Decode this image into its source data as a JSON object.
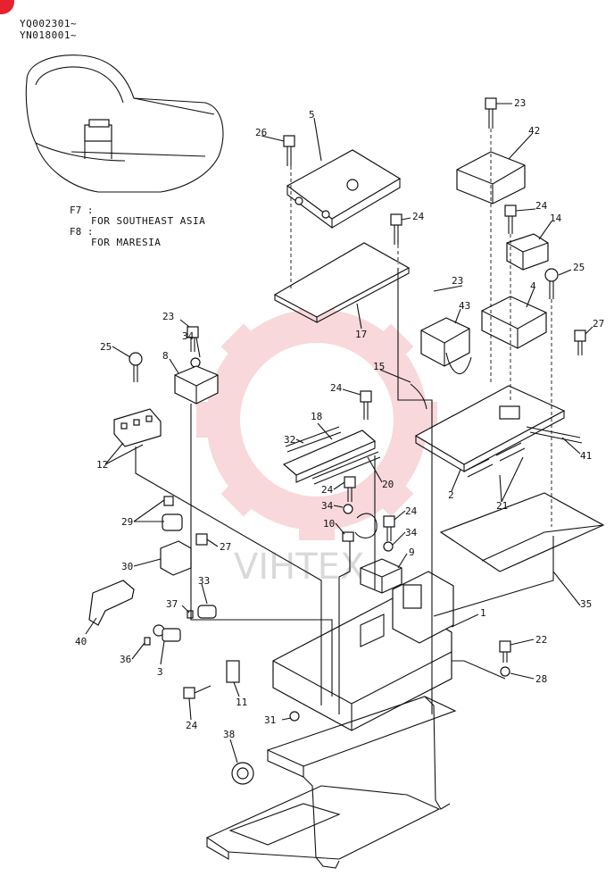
{
  "header": {
    "serial_1": "YQ002301~",
    "serial_2": "YN018001~"
  },
  "notes": [
    {
      "code": "F7 :",
      "text": "FOR SOUTHEAST ASIA"
    },
    {
      "code": "F8 :",
      "text": "FOR MARESIA"
    }
  ],
  "watermark": {
    "text": "VIHTEX",
    "color": "#f3b9bd"
  },
  "colors": {
    "line": "#111111",
    "badge": "#e8212e"
  },
  "callouts": [
    {
      "id": "c26",
      "label": "26"
    },
    {
      "id": "c5",
      "label": "5"
    },
    {
      "id": "c24a",
      "label": "24"
    },
    {
      "id": "c17",
      "label": "17"
    },
    {
      "id": "c23a",
      "label": "23"
    },
    {
      "id": "c42",
      "label": "42"
    },
    {
      "id": "c24b",
      "label": "24"
    },
    {
      "id": "c14",
      "label": "14"
    },
    {
      "id": "c25a",
      "label": "25"
    },
    {
      "id": "c4",
      "label": "4"
    },
    {
      "id": "c27a",
      "label": "27"
    },
    {
      "id": "c23b",
      "label": "23"
    },
    {
      "id": "c43",
      "label": "43"
    },
    {
      "id": "c15",
      "label": "15"
    },
    {
      "id": "c41",
      "label": "41"
    },
    {
      "id": "c2",
      "label": "2"
    },
    {
      "id": "c21",
      "label": "21"
    },
    {
      "id": "c35",
      "label": "35"
    },
    {
      "id": "c23c",
      "label": "23"
    },
    {
      "id": "c34a",
      "label": "34"
    },
    {
      "id": "c8",
      "label": "8"
    },
    {
      "id": "c25b",
      "label": "25"
    },
    {
      "id": "c12",
      "label": "12"
    },
    {
      "id": "c24c",
      "label": "24"
    },
    {
      "id": "c18",
      "label": "18"
    },
    {
      "id": "c32",
      "label": "32"
    },
    {
      "id": "c20",
      "label": "20"
    },
    {
      "id": "c24d",
      "label": "24"
    },
    {
      "id": "c34b",
      "label": "34"
    },
    {
      "id": "c10",
      "label": "10"
    },
    {
      "id": "c24e",
      "label": "24"
    },
    {
      "id": "c34c",
      "label": "34"
    },
    {
      "id": "c9",
      "label": "9"
    },
    {
      "id": "c29",
      "label": "29"
    },
    {
      "id": "c27b",
      "label": "27"
    },
    {
      "id": "c30",
      "label": "30"
    },
    {
      "id": "c33",
      "label": "33"
    },
    {
      "id": "c37",
      "label": "37"
    },
    {
      "id": "c40",
      "label": "40"
    },
    {
      "id": "c1",
      "label": "1"
    },
    {
      "id": "c36",
      "label": "36"
    },
    {
      "id": "c3",
      "label": "3"
    },
    {
      "id": "c11",
      "label": "11"
    },
    {
      "id": "c22",
      "label": "22"
    },
    {
      "id": "c28",
      "label": "28"
    },
    {
      "id": "c24f",
      "label": "24"
    },
    {
      "id": "c31",
      "label": "31"
    },
    {
      "id": "c38",
      "label": "38"
    }
  ]
}
